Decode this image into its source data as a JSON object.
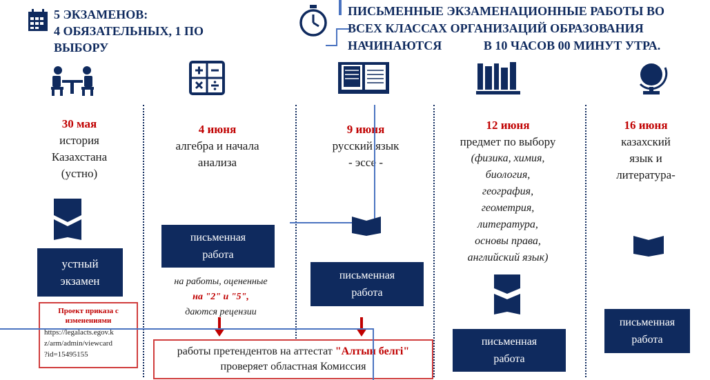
{
  "header": {
    "exams_line1": "5 ЭКЗАМЕНОВ:",
    "exams_line2": "4 ОБЯЗАТЕЛЬНЫХ, 1 ПО",
    "exams_line3": "ВЫБОРУ",
    "start_line1": "ПИСЬМЕННЫЕ ЭКЗАМЕНАЦИОННЫЕ РАБОТЫ ВО",
    "start_line2": "ВСЕХ КЛАССАХ ОРГАНИЗАЦИЙ ОБРАЗОВАНИЯ",
    "start_line3a": "НАЧИНАЮТСЯ",
    "start_line3b": "В 10 ЧАСОВ 00 МИНУТ УТРА."
  },
  "columns": [
    {
      "date": "30 мая",
      "subject": [
        "история",
        "Казахстана",
        "(устно)"
      ],
      "box": [
        "устный",
        "экзамен"
      ]
    },
    {
      "date": "4 июня",
      "subject": [
        "алгебра и начала",
        "анализа"
      ],
      "box": [
        "письменная",
        "работа"
      ]
    },
    {
      "date": "9 июня",
      "subject": [
        "русский язык",
        "- эссе -"
      ],
      "box": [
        "письменная",
        "работа"
      ]
    },
    {
      "date": "12 июня",
      "subject": [
        "предмет по выбору"
      ],
      "electives": [
        "(физика, химия,",
        "биология,",
        "география,",
        "геометрия,",
        "литература,",
        "основы права,",
        "английский язык)"
      ],
      "box": [
        "письменная",
        "работа"
      ]
    },
    {
      "date": "16 июня",
      "subject": [
        "казахский",
        "язык и",
        "литература-"
      ],
      "box": [
        "письменная",
        "работа"
      ]
    }
  ],
  "review_note": {
    "line1": "на работы, оцененные",
    "line2": "на \"2\" и \"5\",",
    "line3": "даются рецензии"
  },
  "order": {
    "title": "Проект приказа с изменениями",
    "url_lines": [
      "https://legalacts.egov.k",
      "z/arm/admin/viewcard",
      "?id=15495155"
    ]
  },
  "altyn": {
    "pre": "работы претендентов на аттестат ",
    "bold": "\"Алтын белгі\"",
    "post": " проверяет областная Комиссия"
  },
  "colors": {
    "navy": "#0f2a5e",
    "accent_red": "#c00000",
    "line_blue": "#4a73c0"
  }
}
